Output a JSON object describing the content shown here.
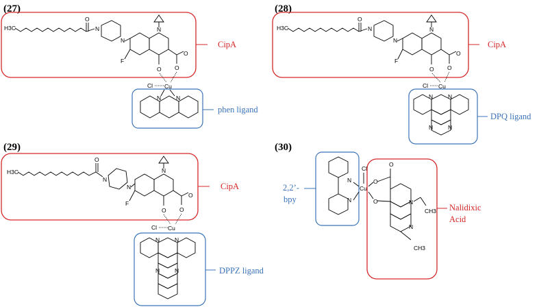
{
  "panels": [
    {
      "number": "(27)",
      "box_label": "CipA",
      "ligand_label": "phen ligand"
    },
    {
      "number": "(28)",
      "box_label": "CipA",
      "ligand_label": "DPQ ligand"
    },
    {
      "number": "(29)",
      "box_label": "CipA",
      "ligand_label": "DPPZ ligand"
    },
    {
      "number": "(30)",
      "box_label_line1": "Nalidixic",
      "box_label_line2": "Acid",
      "ligand_label_line1": "2,2’-",
      "ligand_label_line2": "bpy"
    }
  ],
  "atoms": {
    "h3c": "H3C",
    "n": "N",
    "o": "O",
    "f": "F",
    "cl": "Cl",
    "cu": "Cu",
    "ch3": "CH3"
  },
  "colors": {
    "acid_box": "#d62728",
    "ligand_box": "#3b73b9"
  }
}
